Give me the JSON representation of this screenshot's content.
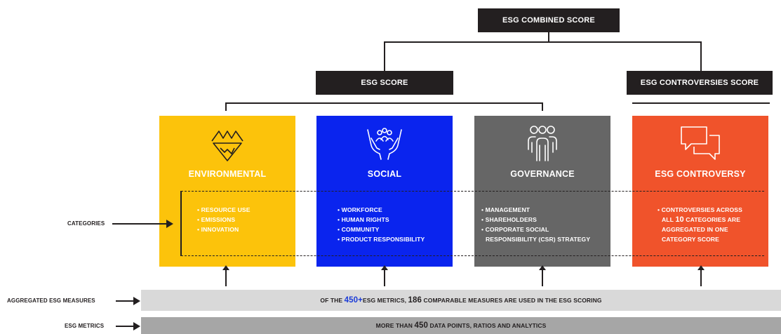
{
  "top_box": "ESG COMBINED SCORE",
  "esg_score_box": "ESG SCORE",
  "controversies_score_box": "ESG CONTROVERSIES SCORE",
  "pillars": {
    "environmental": {
      "title": "ENVIRONMENTAL",
      "icon": "mountains-icon",
      "items": [
        "RESOURCE USE",
        "EMISSIONS",
        "INNOVATION"
      ],
      "color": "#fcc30b"
    },
    "social": {
      "title": "SOCIAL",
      "icon": "people-in-hands-icon",
      "items": [
        "WORKFORCE",
        "HUMAN RIGHTS",
        "COMMUNITY",
        "PRODUCT RESPONSIBILITY"
      ],
      "color": "#0a24ee"
    },
    "governance": {
      "title": "GOVERNANCE",
      "icon": "group-of-people-icon",
      "items": [
        "MANAGEMENT",
        "SHAREHOLDERS",
        "CORPORATE SOCIAL",
        "RESPONSIBILITY (CSR) STRATEGY"
      ],
      "color": "#666666"
    },
    "controversy": {
      "title": "ESG CONTROVERSY",
      "icon": "speech-bubbles-icon",
      "text_line1": "CONTROVERSIES ACROSS",
      "text_line2_pre": "ALL ",
      "text_line2_num": "10",
      "text_line2_post": " CATEGORIES ARE",
      "text_line3": "AGGREGATED IN ONE",
      "text_line4": "CATEGORY SCORE",
      "color": "#f0532b"
    }
  },
  "labels": {
    "categories": "CATEGORIES",
    "aggregated": "AGGREGATED ESG MEASURES",
    "metrics": "ESG METRICS"
  },
  "aggregated_bar": {
    "pre": "OF THE ",
    "num1": "450+",
    "mid": " ESG METRICS, ",
    "num2": "186",
    "post": " COMPARABLE MEASURES ARE USED IN THE ESG SCORING"
  },
  "metrics_bar": {
    "pre": "MORE THAN ",
    "num": "450",
    "post": " DATA POINTS, RATIOS AND ANALYTICS"
  },
  "colors": {
    "dark": "#231f20",
    "light_bar": "#d9d9d9",
    "dark_bar": "#a6a6a6",
    "highlight_blue": "#1a3bd8"
  }
}
